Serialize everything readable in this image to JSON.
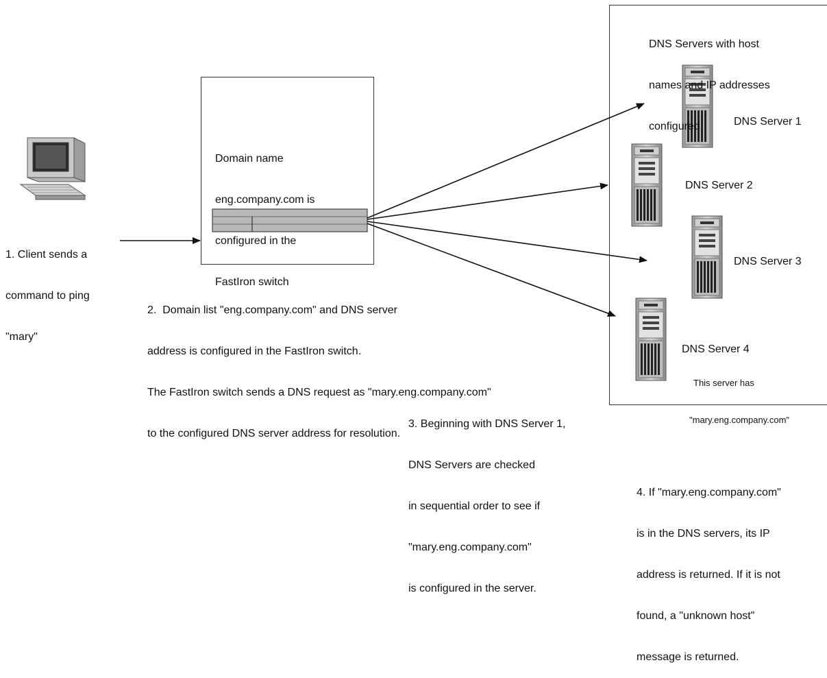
{
  "client": {
    "icon": "desktop-computer-icon",
    "caption": [
      "1. Client sends a",
      "command to ping",
      "\"mary\""
    ]
  },
  "switch_box": {
    "label": [
      "Domain name",
      "eng.company.com is",
      "configured in the",
      "FastIron switch"
    ],
    "icon": "switch-icon"
  },
  "step2": [
    "2.  Domain list \"eng.company.com\" and DNS server",
    "address is configured in the FastIron switch.",
    "The FastIron switch sends a DNS request as \"mary.eng.company.com\"",
    "to the configured DNS server address for resolution."
  ],
  "dns_group": {
    "title": [
      "DNS Servers with host",
      "names and IP addresses",
      "configured"
    ],
    "servers": [
      {
        "label": "DNS Server 1",
        "icon": "server-tower-icon"
      },
      {
        "label": "DNS Server 2",
        "icon": "server-tower-icon"
      },
      {
        "label": "DNS Server 3",
        "icon": "server-tower-icon"
      },
      {
        "label": "DNS Server 4",
        "icon": "server-tower-icon",
        "note": [
          "This server has",
          "\"mary.eng.company.com\""
        ]
      }
    ]
  },
  "step3": [
    "3. Beginning with DNS Server 1,",
    "DNS Servers are checked",
    "in sequential order to see if",
    "\"mary.eng.company.com\"",
    "is configured in the server."
  ],
  "step4": [
    "4. If \"mary.eng.company.com\"",
    "is in the DNS servers, its IP",
    "address is returned. If it is not",
    "found, a \"unknown host\"",
    "message is returned."
  ]
}
